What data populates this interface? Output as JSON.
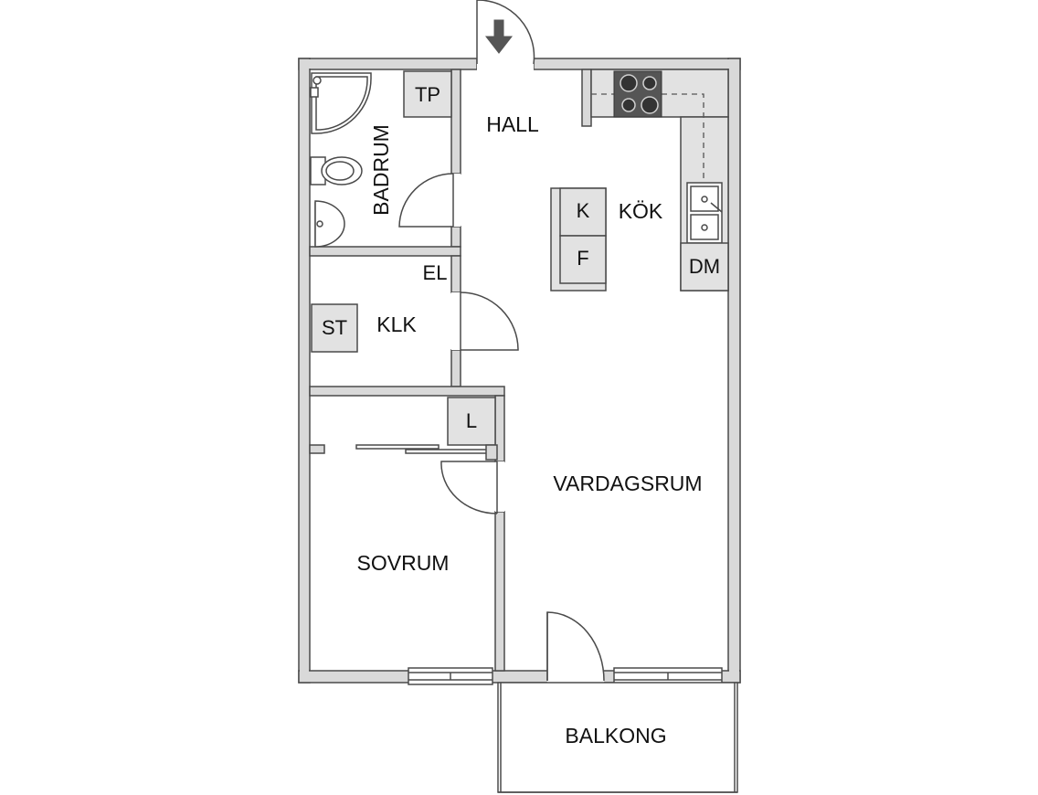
{
  "rooms": {
    "hall": "HALL",
    "badrum": "BADRUM",
    "kok": "KÖK",
    "klk": "KLK",
    "vardagsrum": "VARDAGSRUM",
    "sovrum": "SOVRUM",
    "balkong": "BALKONG"
  },
  "fixtures": {
    "tp": "TP",
    "el": "EL",
    "st": "ST",
    "l": "L",
    "k": "K",
    "f": "F",
    "dm": "DM"
  },
  "icons": {
    "entrance": "arrow-down-icon",
    "stove": "stove-icon",
    "sink": "sink-icon",
    "toilet": "toilet-icon",
    "washbasin": "washbasin-icon",
    "shower": "shower-icon"
  }
}
